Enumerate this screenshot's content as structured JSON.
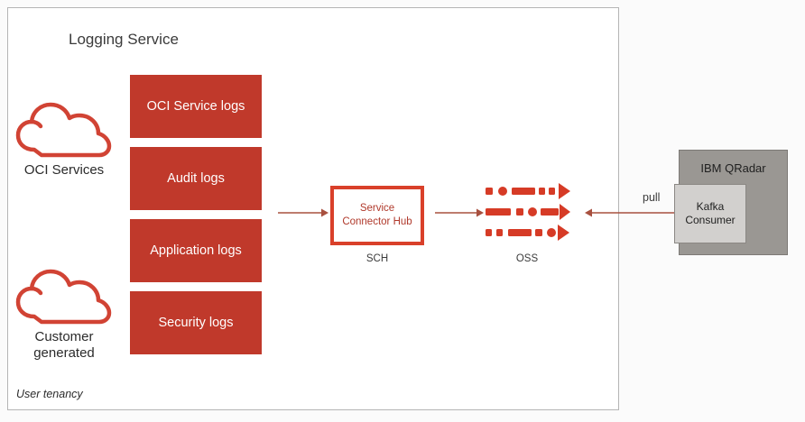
{
  "diagram": {
    "tenancy": {
      "label": "User tenancy"
    },
    "section_title": "Logging Service",
    "sources": [
      {
        "id": "oci-services",
        "label": "OCI Services",
        "icon": "cloud-icon"
      },
      {
        "id": "customer-generated",
        "label": "Customer\ngenerated",
        "icon": "cloud-icon"
      }
    ],
    "log_boxes": [
      {
        "id": "oci-service-logs",
        "label": "OCI Service logs"
      },
      {
        "id": "audit-logs",
        "label": "Audit logs"
      },
      {
        "id": "application-logs",
        "label": "Application logs"
      },
      {
        "id": "security-logs",
        "label": "Security logs"
      }
    ],
    "sch": {
      "label": "Service\nConnector Hub",
      "caption": "SCH"
    },
    "oss": {
      "caption": "OSS",
      "icon": "stream-arrows-icon",
      "rows": 3
    },
    "qradar": {
      "title": "IBM QRadar",
      "consumer": "Kafka\nConsumer"
    },
    "arrows": [
      {
        "id": "logs-to-sch",
        "direction": "right",
        "label": ""
      },
      {
        "id": "sch-to-oss",
        "direction": "right",
        "label": ""
      },
      {
        "id": "qradar-pull",
        "direction": "left",
        "label": "pull"
      }
    ],
    "pull_label": "pull"
  },
  "colors": {
    "log_box_fill": "#c0392b",
    "sch_border": "#d9402a",
    "cloud_stroke": "#d14334",
    "arrow_line": "#a8503f",
    "oss_glyph": "#d63b26",
    "qradar_fill": "#9a9793",
    "kafka_fill": "#d2d0ce",
    "container_border": "#b5b5b5",
    "canvas_bg": "#fbfbfb"
  }
}
